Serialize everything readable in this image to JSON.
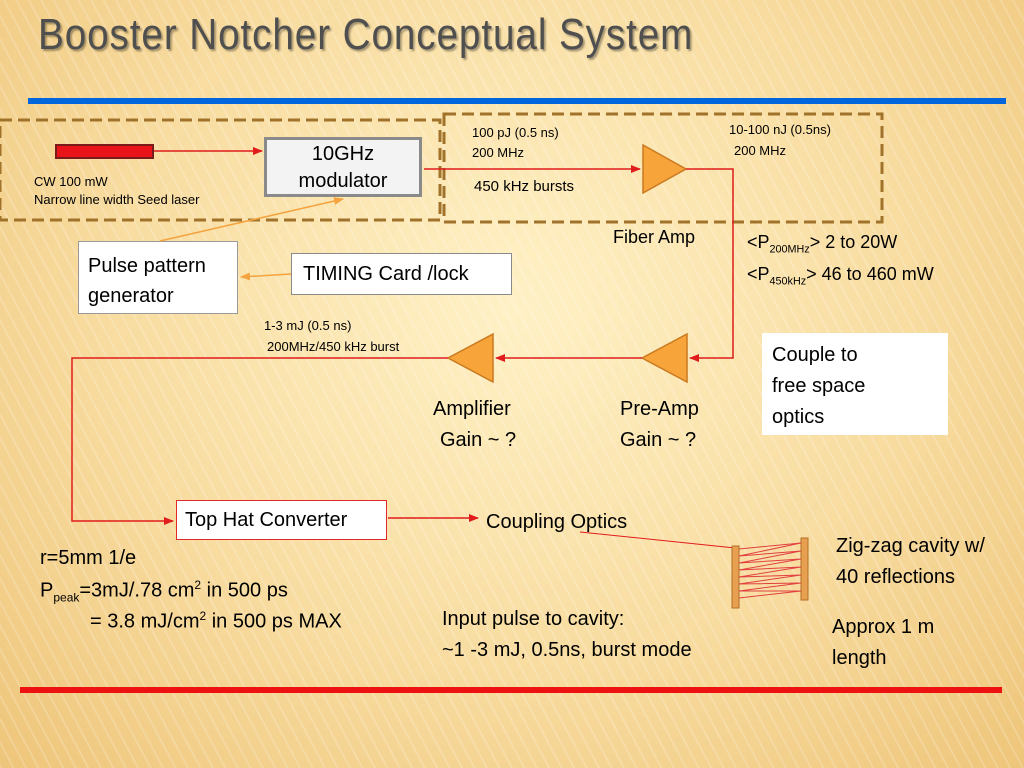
{
  "title": "Booster Notcher Conceptual System",
  "colors": {
    "title_bar": "#0066dd",
    "bottom_bar": "#ee1111",
    "dashed_border": "#a0722a",
    "laser_fill": "#e8141a",
    "amp_fill": "#f7a43a",
    "red_arrow": "#e01c1c",
    "orange_arrow": "#f4a33f",
    "cavity": "#e04040"
  },
  "seed_laser": {
    "line1": "CW 100 mW",
    "line2": "Narrow line width Seed laser"
  },
  "modulator": {
    "line1": "10GHz",
    "line2": "modulator"
  },
  "stage1": {
    "pulse_line1": "100 pJ  (0.5 ns)",
    "pulse_line2": "200 MHz",
    "bursts": "450 kHz bursts"
  },
  "stage2": {
    "energy_line1": "10-100 nJ  (0.5ns)",
    "energy_line2": "200 MHz"
  },
  "fiber_amp": {
    "label": "Fiber Amp"
  },
  "power": {
    "line1_pre": "<P",
    "line1_sub": "200MHz",
    "line1_post": "> 2 to 20W",
    "line2_pre": "<P",
    "line2_sub": "450kHz",
    "line2_post": "> 46 to 460 mW"
  },
  "pulse_generator": {
    "line1": "Pulse pattern",
    "line2": "generator"
  },
  "timing_card": {
    "label": "TIMING Card /lock"
  },
  "amplifier_output": {
    "line1": "1-3 mJ   (0.5 ns)",
    "line2": "200MHz/450 kHz burst"
  },
  "couple_box": {
    "line1": "Couple to",
    "line2": "free space",
    "line3": "optics"
  },
  "amplifier": {
    "line1": "Amplifier",
    "line2": "Gain ~ ?"
  },
  "preamp": {
    "line1": "Pre-Amp",
    "line2": "Gain ~ ?"
  },
  "top_hat": {
    "label": "Top Hat Converter"
  },
  "coupling_optics": {
    "label": "Coupling  Optics"
  },
  "cavity": {
    "line1": "Zig-zag cavity w/",
    "line2": "40 reflections",
    "length1": "Approx 1 m",
    "length2": "length"
  },
  "beam": {
    "r_line": "r=5mm 1/e",
    "p_pre": "P",
    "p_sub": "peak",
    "p_mid": "=3mJ/.78 cm",
    "p_sup": "2",
    "p_post": " in 500 ps",
    "max_pre": "= 3.8 mJ/cm",
    "max_sup": "2",
    "max_post": " in 500 ps MAX"
  },
  "input_pulse": {
    "line1": "Input pulse  to cavity:",
    "line2": "~1 -3 mJ, 0.5ns, burst mode"
  }
}
